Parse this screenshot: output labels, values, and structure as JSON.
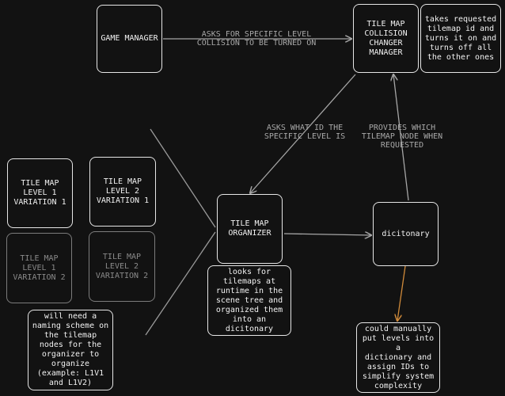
{
  "nodes": {
    "game_manager": "GAME MANAGER",
    "collision_manager": "TILE MAP\nCOLLISION\nCHANGER\nMANAGER",
    "collision_note": "takes requested\ntilemap id and\nturns it on and\nturns off all\nthe other ones",
    "tm_l1v1": "TILE MAP\nLEVEL 1\nVARIATION 1",
    "tm_l2v1": "TILE MAP\nLEVEL 2\nVARIATION 1",
    "tm_l1v2": "TILE MAP\nLEVEL 1\nVARIATION 2",
    "tm_l2v2": "TILE MAP\nLEVEL 2\nVARIATION 2",
    "organizer": "TILE MAP\nORGANIZER",
    "organizer_note": "looks for\ntilemaps at\nruntime in the\nscene tree and\norganized them\ninto an\ndicitonary",
    "dictionary": "dicitonary",
    "dictionary_note": "could manually\nput levels into a\ndictionary and\nassign IDs to\nsimplify system\ncomplexity",
    "naming_note": "will need a\nnaming scheme on\nthe tilemap\nnodes for the\norganizer to\norganize\n(example: L1V1\nand L1V2)"
  },
  "edge_labels": {
    "asks_collision": "ASKS FOR SPECIFIC LEVEL\nCOLLISION TO BE TURNED ON",
    "asks_id": "ASKS WHAT ID THE\nSPECIFIC LEVEL IS",
    "provides_node": "PROVIDES WHICH\nTILEMAP NODE WHEN\nREQUESTED"
  },
  "colors": {
    "background": "#121212",
    "box_border": "#e6e6e6",
    "dim_border": "#7c7c7c",
    "arrow": "#a6a6a6",
    "orange_arrow": "#d08a3a"
  }
}
